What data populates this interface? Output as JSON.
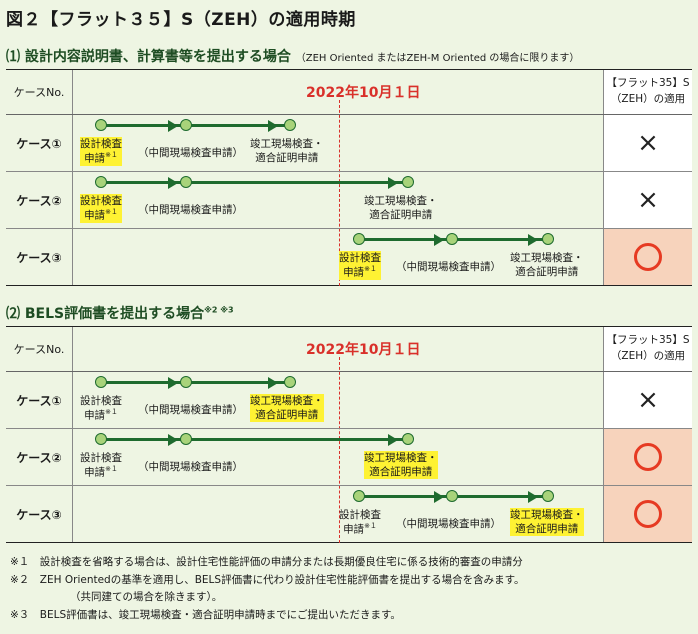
{
  "title": "図２【フラット３５】S（ZEH）の適用時期",
  "section1": {
    "heading": "⑴ 設計内容説明書、計算書等を提出する場合",
    "note": "（ZEH Oriented またはZEH-M Oriented の場合に限ります）"
  },
  "section2": {
    "heading": "⑵ BELS評価書を提出する場合",
    "sup": "※2 ※3"
  },
  "table": {
    "col1_header": "ケースNo.",
    "date": "2022年10月１日",
    "col3_header_line1": "【フラット35】S",
    "col3_header_line2": "（ZEH）の適用"
  },
  "labels": {
    "design": "設計検査",
    "apply": "申請",
    "note1": "※１",
    "mid": "（中間現場検査申請）",
    "final1": "竣工現場検査・",
    "final2": "適合証明申請"
  },
  "rows": [
    {
      "case": "ケース①",
      "mark": "×",
      "mark_type": "cross"
    },
    {
      "case": "ケース②",
      "mark": "×",
      "mark_type": "cross"
    },
    {
      "case": "ケース③",
      "mark": "○",
      "mark_type": "circle"
    },
    {
      "case": "ケース①",
      "mark": "×",
      "mark_type": "cross"
    },
    {
      "case": "ケース②",
      "mark": "○",
      "mark_type": "circle"
    },
    {
      "case": "ケース③",
      "mark": "○",
      "mark_type": "circle"
    }
  ],
  "footnotes": [
    "※１　設計検査を省略する場合は、設計住宅性能評価の申請分または長期優良住宅に係る技術的審査の申請分",
    "※２　ZEH Orientedの基準を適用し、BELS評価書に代わり設計住宅性能評価書を提出する場合を含みます。",
    "（共同建ての場合を除きます）。",
    "※３　BELS評価書は、竣工現場検査・適合証明申請時までにご提出いただきます。"
  ],
  "colors": {
    "background": "#eef5e3",
    "accent_red": "#d9302a",
    "arrow_green": "#1e6b2e",
    "highlight": "#fef233",
    "peach": "#f7d3bc"
  }
}
